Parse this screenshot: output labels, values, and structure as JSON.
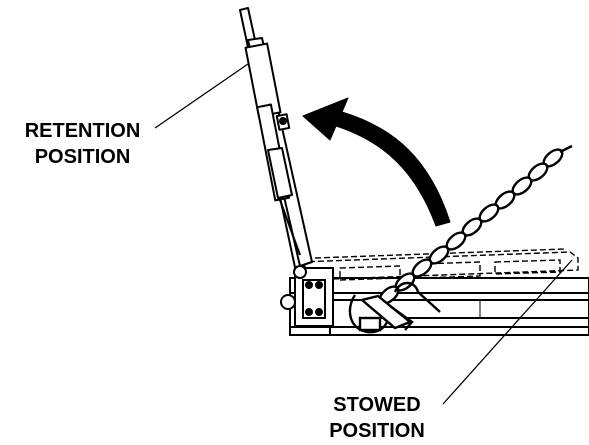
{
  "labels": {
    "retention": {
      "line1": "RETENTION",
      "line2": "POSITION"
    },
    "stowed": {
      "line1": "STOWED",
      "line2": "POSITION"
    }
  },
  "colors": {
    "ink": "#000000",
    "paper": "#ffffff"
  },
  "icons": {
    "arrow": "curved-rotation-arrow",
    "chain": "lashing-chain"
  }
}
